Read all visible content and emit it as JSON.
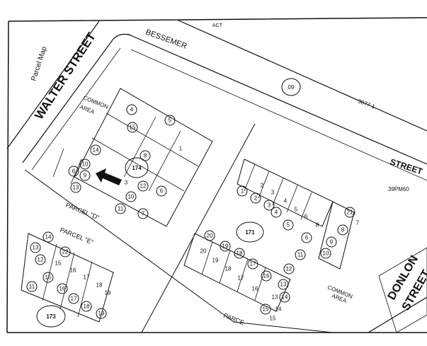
{
  "map": {
    "streets": {
      "walter": "WALTER STREET",
      "bessemer": "BESSEMER",
      "street_right": "STREET",
      "donlon": "DONLON",
      "donlon_street": "STREET"
    },
    "side_label": "Parcel Map",
    "parcel_labels": {
      "parcel_d": "PARCEL \"D\"",
      "parcel_e": "PARCEL \"E\"",
      "parcel_bottom": "PARCE"
    },
    "common_area_left": [
      "COMMON",
      "AREA"
    ],
    "common_area_right": [
      "COMMON",
      "AREA"
    ],
    "block_numbers": {
      "b174": "174",
      "b171": "171",
      "b173": "173",
      "b09": "09"
    },
    "top_text": "ACT",
    "ref_codes": [
      "39PM60",
      "3077-1"
    ],
    "lots_174": [
      {
        "n": "4",
        "circle": true
      },
      {
        "n": "15",
        "circle": true
      },
      {
        "n": "5",
        "circle": true
      },
      {
        "n": "1",
        "circle": false
      },
      {
        "n": "14",
        "circle": true
      },
      {
        "n": "10",
        "circle": true
      },
      {
        "n": "9",
        "circle": true
      },
      {
        "n": "6",
        "circle": true
      },
      {
        "n": "13",
        "circle": true
      },
      {
        "n": "3",
        "circle": false
      },
      {
        "n": "12",
        "circle": true
      },
      {
        "n": "6",
        "circle": true
      },
      {
        "n": "10",
        "circle": true
      },
      {
        "n": "11",
        "circle": true
      },
      {
        "n": "7",
        "circle": true
      },
      {
        "n": "8",
        "circle": true
      }
    ],
    "lots_171_top": [
      {
        "n": "1",
        "circle": true
      },
      {
        "n": "2",
        "circle": true
      },
      {
        "n": "3",
        "circle": true
      },
      {
        "n": "4",
        "circle": true
      },
      {
        "n": "5",
        "circle": true
      },
      {
        "n": "6",
        "circle": true
      }
    ],
    "lots_171_labels": [
      "2",
      "3",
      "4",
      "5",
      "6",
      "8"
    ],
    "lots_171_right": [
      {
        "n": "21",
        "circle": true
      },
      {
        "n": "8",
        "circle": true
      },
      {
        "n": "9",
        "circle": true
      },
      {
        "n": "10",
        "circle": true
      },
      {
        "n": "11",
        "circle": true
      },
      {
        "n": "12",
        "circle": true
      },
      {
        "n": "7",
        "circle": false
      }
    ],
    "lots_171_bottom": [
      {
        "n": "20",
        "circle": true
      },
      {
        "n": "19",
        "circle": true
      },
      {
        "n": "18",
        "circle": true
      },
      {
        "n": "17",
        "circle": true
      },
      {
        "n": "16",
        "circle": true
      },
      {
        "n": "13",
        "circle": true
      },
      {
        "n": "14",
        "circle": true
      },
      {
        "n": "15",
        "circle": true
      }
    ],
    "lots_171_bottom_labels": [
      "20",
      "19",
      "18",
      "17",
      "16",
      "13",
      "14",
      "15"
    ],
    "lots_173_top": [
      {
        "n": "14",
        "circle": true
      },
      {
        "n": "22",
        "circle": true
      },
      {
        "n": "13",
        "circle": true
      },
      {
        "n": "12",
        "circle": true
      },
      {
        "n": "15",
        "circle": true
      },
      {
        "n": "16",
        "circle": true
      },
      {
        "n": "11",
        "circle": true
      },
      {
        "n": "17",
        "circle": true
      },
      {
        "n": "18",
        "circle": true
      },
      {
        "n": "19",
        "circle": true
      }
    ],
    "lots_173_labels": [
      "15",
      "16",
      "17",
      "18",
      "19"
    ],
    "colors": {
      "ink": "#111111",
      "paper": "#ffffff"
    }
  }
}
